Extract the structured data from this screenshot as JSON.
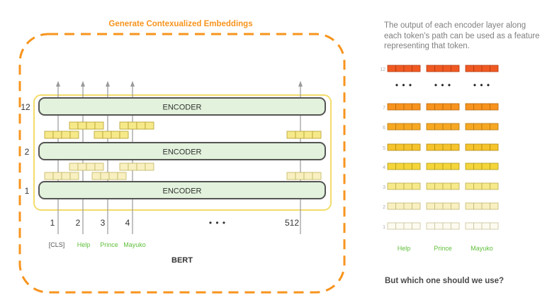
{
  "title": "Generate Contexualized Embeddings",
  "description": "The output of each encoder layer along each token's path can be used as a feature representing that token.",
  "question": "But which one should we use?",
  "model_label": "BERT",
  "encoder_label": "ENCODER",
  "layer_labels": {
    "top": "12",
    "middle": "2",
    "bottom": "1"
  },
  "positions": [
    "1",
    "2",
    "3",
    "4",
    "512"
  ],
  "ellipsis": "• • •",
  "tokens": {
    "cls": "[CLS]",
    "t1": "Help",
    "t2": "Prince",
    "t3": "Mayuko"
  },
  "right_tokens": [
    "Help",
    "Prince",
    "Mayuko"
  ],
  "right_layers": [
    "12",
    "7",
    "6",
    "5",
    "4",
    "3",
    "2",
    "1"
  ],
  "colors": {
    "orange_accent": "#f7941d",
    "token_green": "#5fbf3a",
    "encoder_fill": "#e2f2dc",
    "encoder_stroke": "#555555",
    "highlight_yellow": "#f3dc6a",
    "layer12": "#f05a22",
    "layer7": "#f7931e",
    "layer6": "#f7a823",
    "layer5": "#f5c32c",
    "layer4": "#f4d53a",
    "layer3": "#f6e98a",
    "layer2": "#f8f0c0",
    "layer1": "#fdfbf0"
  }
}
